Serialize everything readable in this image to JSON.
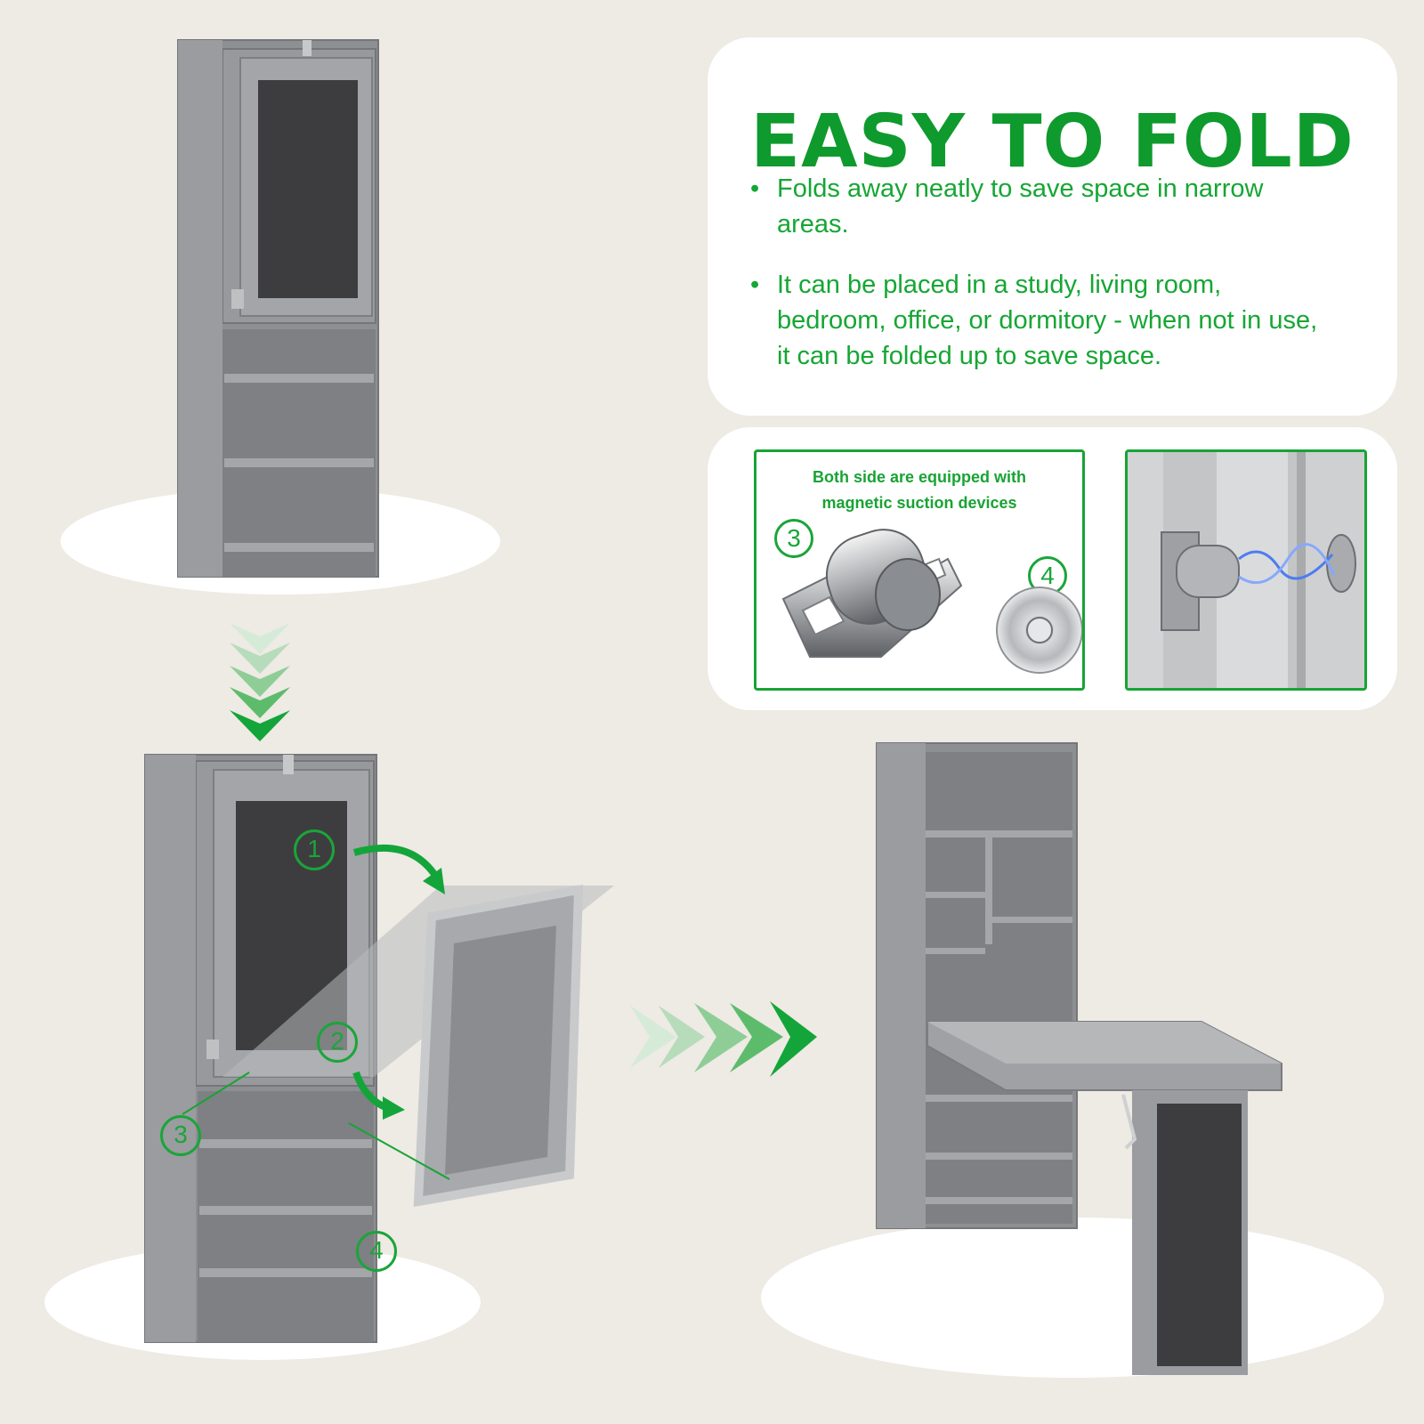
{
  "title": "EASY TO FOLD",
  "bullets": [
    "Folds away neatly to save space in narrow areas.",
    "It can be placed in a study, living room, bedroom, office, or dormitory - when not in use, it can be folded up to save space."
  ],
  "magnet_panel": {
    "caption_line1": "Both side are equipped with",
    "caption_line2": "magnetic suction devices",
    "label_3": "3",
    "label_4": "4"
  },
  "steps": {
    "step_1": "1",
    "step_2": "2",
    "step_3": "3",
    "step_4": "4"
  },
  "colors": {
    "accent": "#0f9a2d",
    "background": "#eeeae4",
    "cabinet": "#8f9194",
    "chalkboard": "#3c3c3c"
  },
  "icons": [
    "arrow-down-chevrons-icon",
    "arrow-right-chevrons-icon",
    "curved-arrow-icon",
    "magnet-catch-icon",
    "magnet-plate-icon"
  ]
}
